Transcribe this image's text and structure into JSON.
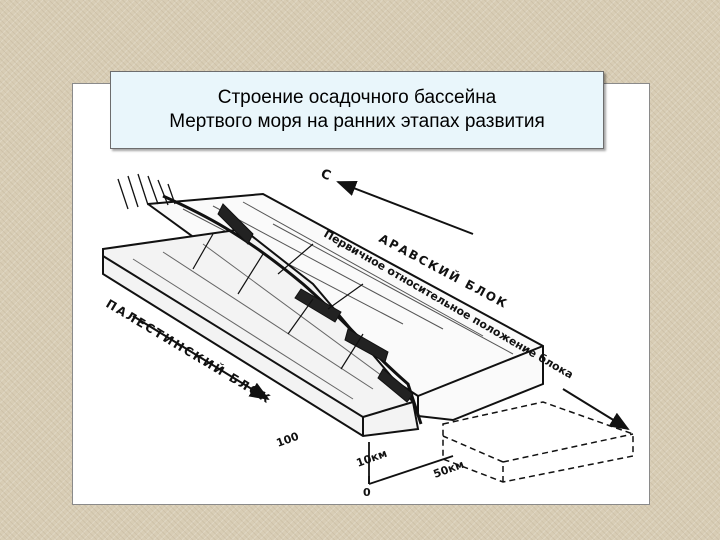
{
  "title": {
    "line1": "Строение осадочного бассейна",
    "line2": "Мертвого моря на ранних этапах развития"
  },
  "diagram": {
    "north_label": "С",
    "arabian_block": "АРАВСКИЙ БЛОК",
    "palestinian_block": "ПАЛЕСТИНСКИЙ БЛОК",
    "initial_position": "Первичное относительное положение блока",
    "scale_100": "100",
    "scale_10km": "10км",
    "scale_0": "0",
    "scale_50km": "50км"
  },
  "colors": {
    "background": "#d8cdb5",
    "title_box": "#e9f6fb",
    "ink": "#111111"
  }
}
